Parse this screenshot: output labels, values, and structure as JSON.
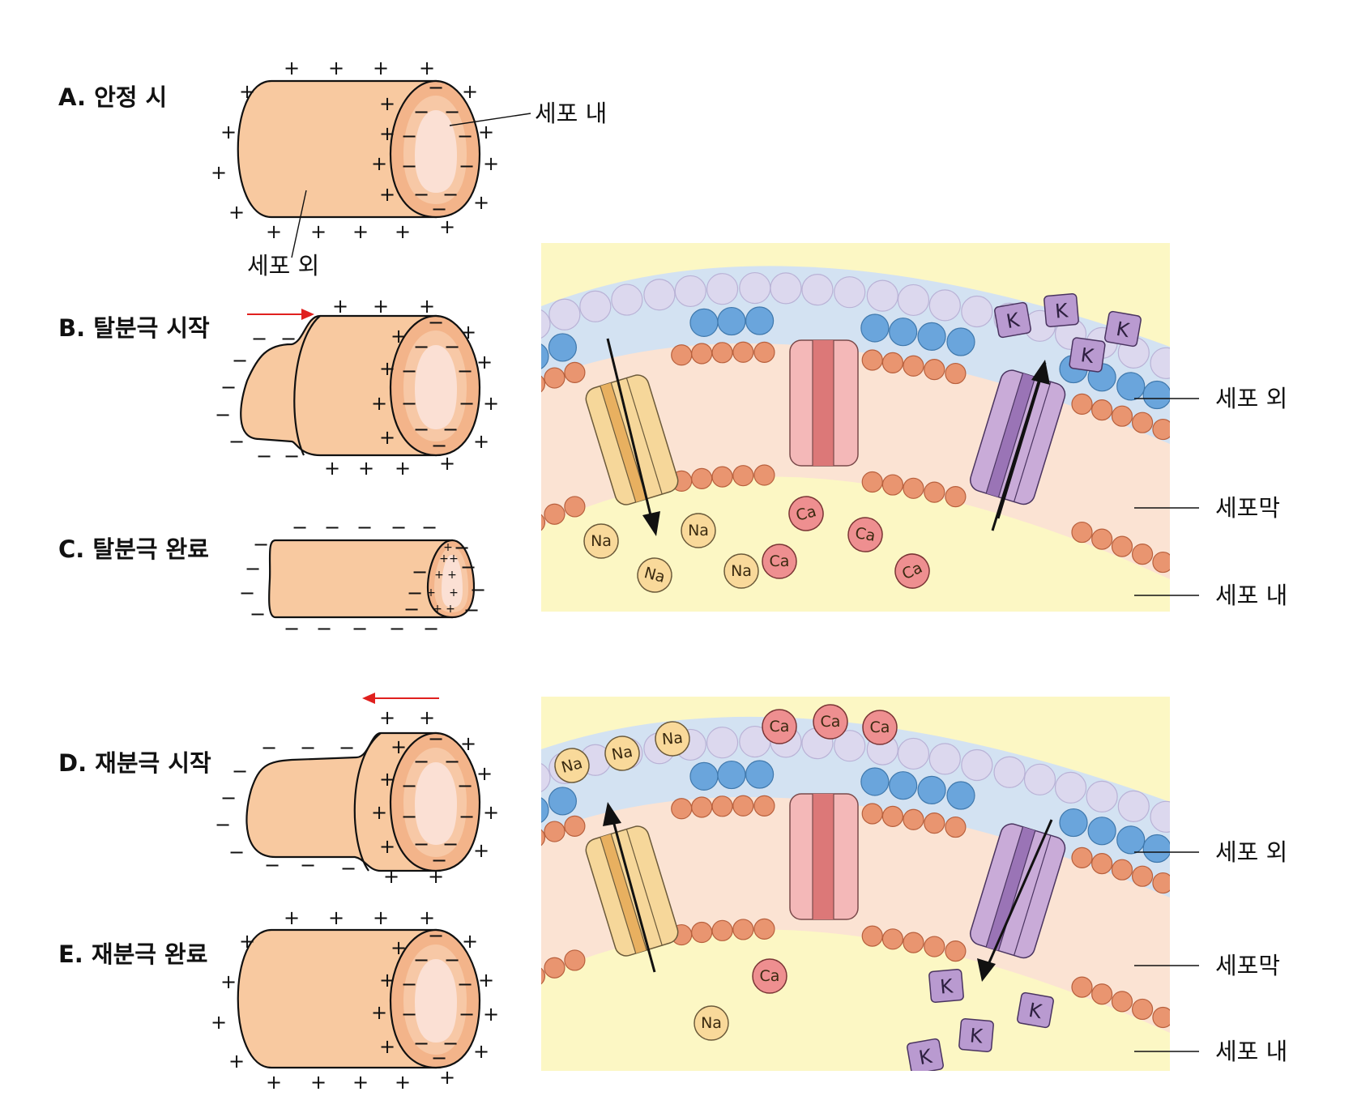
{
  "stages": {
    "a": "A. 안정 시",
    "b": "B. 탈분극 시작",
    "c": "C. 탈분극 완료",
    "d": "D. 재분극 시작",
    "e": "E. 재분극 완료"
  },
  "callouts": {
    "inside": "세포 내",
    "outside": "세포 외",
    "membrane": "세포막"
  },
  "signs": {
    "plus": "+",
    "minus": "−"
  },
  "ions": {
    "sodium": "Na",
    "calcium": "Ca",
    "potassium": "K"
  },
  "colors": {
    "arrow_red": "#e0201e",
    "cell_outer": "#f8c9a0",
    "cell_inner": "#fbe0d4",
    "membrane_band": "#fbe3d3",
    "cytoplasm": "#fcf7c4",
    "extracellular": "#d3e2f2",
    "head_orange": "#e99570",
    "head_blue": "#6aa5dc",
    "head_lavender": "#dcd8ee",
    "sodium_channel": "#f6d79a",
    "calcium_channel": "#ec9e9e",
    "potassium_channel": "#b48fc7"
  }
}
